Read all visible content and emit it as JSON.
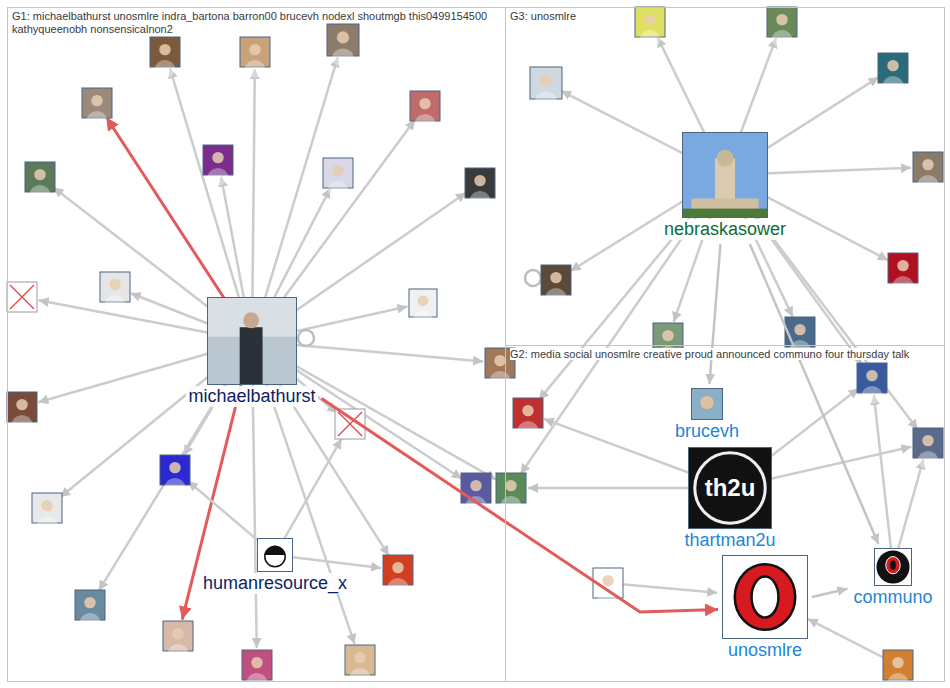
{
  "diagram": {
    "nodes": [
      {
        "text": [
          "G1: michaelbathurst unosmlre indra_bartona barron00 brucevh nodexl shoutmgb this0499154500 kathyqueenobh nonsensicalnon2"
        ]
      },
      {
        "text": [
          "michaelbathurst"
        ],
        "in": 0
      },
      {
        "text": [
          "humanresource_x"
        ],
        "in": 0
      },
      {
        "text": [
          "G3: unosmlre"
        ]
      },
      {
        "text": [
          "nebraskasower"
        ],
        "in": 3
      },
      {
        "text": [
          "G2: media social unosmlre creative proud announced communo four thursday talk"
        ]
      },
      {
        "text": [
          "brucevh"
        ],
        "in": 5
      },
      {
        "text": [
          "th2u",
          "thartman2u"
        ],
        "in": 5
      },
      {
        "text": [
          "unosmlre"
        ],
        "in": 5
      },
      {
        "text": [
          "communo"
        ],
        "in": 5
      }
    ],
    "edges": [
      {
        "from": 1,
        "to": 8,
        "arrow": "to"
      },
      {
        "from": 4,
        "to": 9,
        "arrow": "to"
      },
      {
        "from": 8,
        "to": 9,
        "arrow": "to"
      },
      {
        "from": 4,
        "to": 6,
        "arrow": "to"
      }
    ]
  }
}
